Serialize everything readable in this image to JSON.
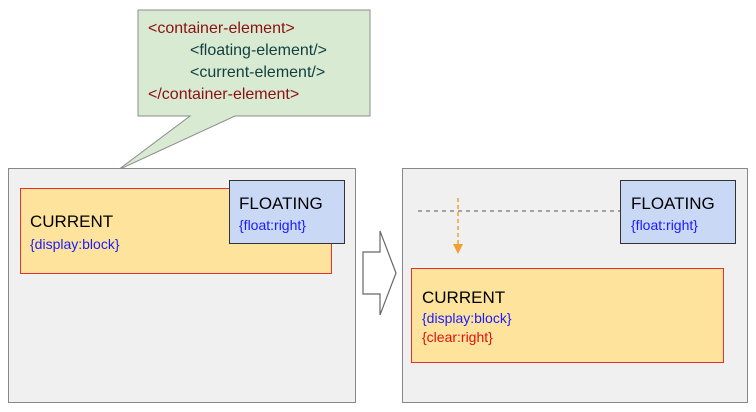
{
  "code": {
    "container_open": "<container-element>",
    "floating_line": "<floating-element/>",
    "current_line": "<current-element/>",
    "container_close": "</container-element>"
  },
  "before": {
    "current_label": "CURRENT",
    "current_css": "{display:block}",
    "floating_label": "FLOATING",
    "floating_css": "{float:right}"
  },
  "after": {
    "current_label": "CURRENT",
    "current_css_display": "{display:block}",
    "current_css_clear": "{clear:right}",
    "floating_label": "FLOATING",
    "floating_css": "{float:right}"
  },
  "colors": {
    "callout_fill": "#d9ead3",
    "current_fill": "#fde39b",
    "floating_fill": "#c9d8f5",
    "panel_fill": "#f0f0f0",
    "guide_arrow": "#f0a030"
  },
  "icons": [
    "transition-arrow-icon",
    "clear-down-arrow-icon"
  ]
}
